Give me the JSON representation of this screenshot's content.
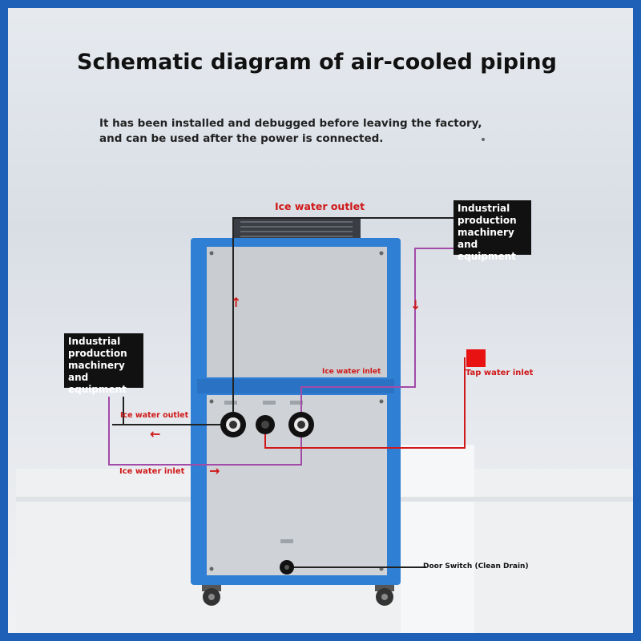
{
  "title": "Schematic diagram of air-cooled piping",
  "subtitle": {
    "line1": "It has been installed and debugged before leaving the factory,",
    "line2": "and can be used after the power is connected."
  },
  "labels": {
    "ice_water_outlet_top": "Ice water outlet",
    "ice_water_outlet_left": "Ice water outlet",
    "ice_water_inlet_mid": "Ice water inlet",
    "ice_water_inlet_bottom": "Ice water inlet",
    "tap_water_inlet": "Tap water inlet",
    "door_switch": "Door Switch (Clean Drain)"
  },
  "boxes": {
    "right": [
      "Industrial",
      "production",
      "machinery and",
      "equipment"
    ],
    "left": [
      "Industrial",
      "production",
      "machinery and",
      "equipment"
    ]
  },
  "arrows": {
    "up": "↑",
    "down": "↓",
    "left": "←",
    "right": "→"
  },
  "colors": {
    "frame": "#1e5fb8",
    "chiller_blue": "#2f7fd4",
    "red_line": "#d01818",
    "purple_line": "#a24ba8",
    "black_line": "#222222"
  }
}
